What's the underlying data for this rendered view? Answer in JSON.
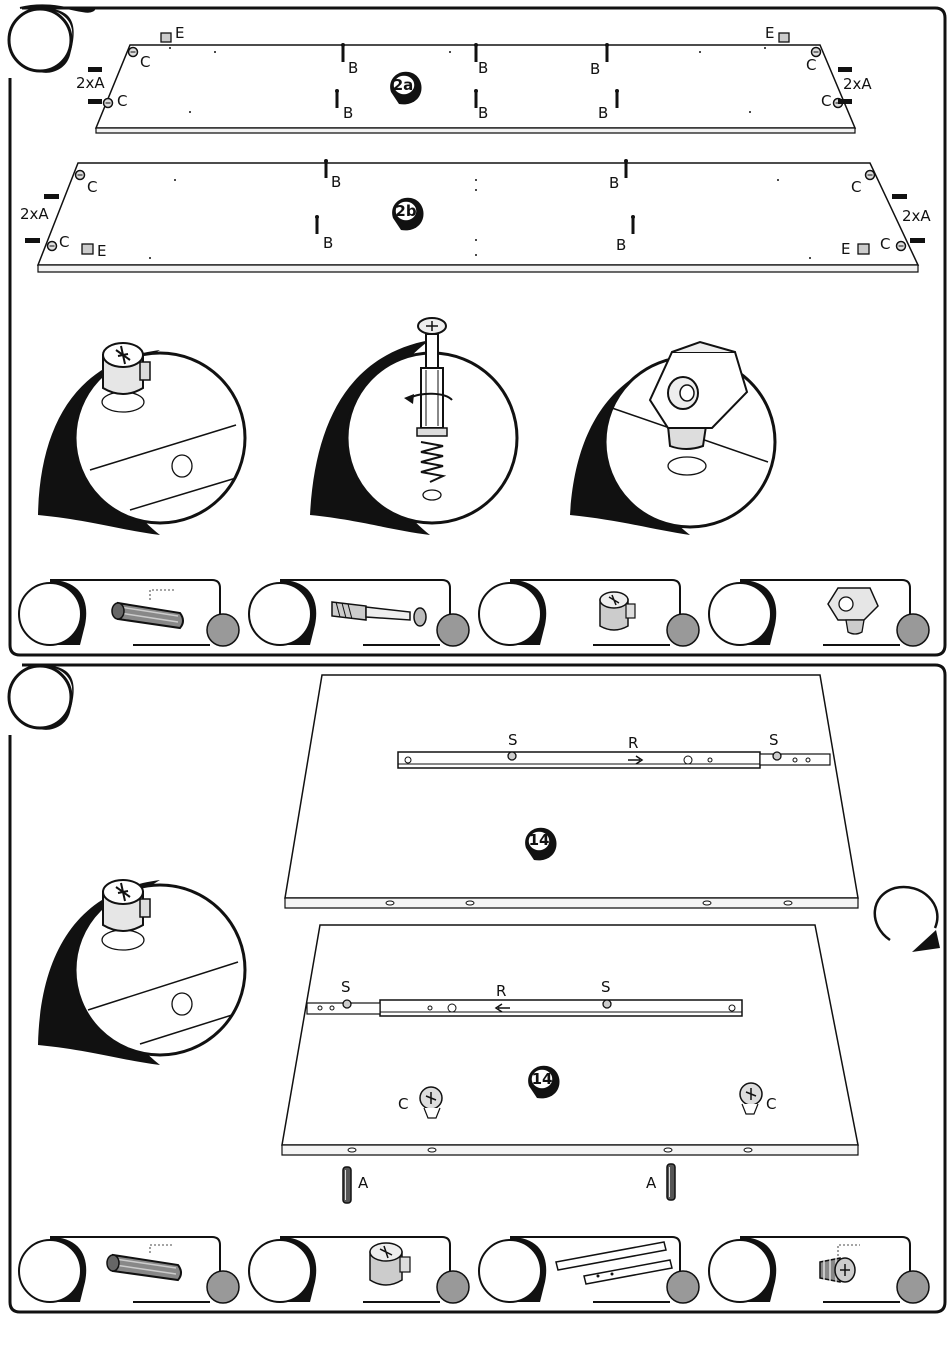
{
  "step1": {
    "part_labels": {
      "dowel": "A",
      "dowel_x": "2xA",
      "screw": "B",
      "cam": "C",
      "bracket": "E"
    },
    "panel_a_bubble": "2a",
    "panel_b_bubble": "2b"
  },
  "step2": {
    "part_labels": {
      "dowel": "A",
      "cam": "C",
      "rail": "R",
      "screw": "S"
    },
    "panel_bubble_top": "14",
    "panel_bubble_bottom": "14"
  },
  "icons": [
    "dowel-icon",
    "cam-bolt-icon",
    "cam-lock-icon",
    "shelf-bracket-icon",
    "drawer-rail-icon",
    "euro-screw-icon",
    "rotate-arrow-icon"
  ]
}
